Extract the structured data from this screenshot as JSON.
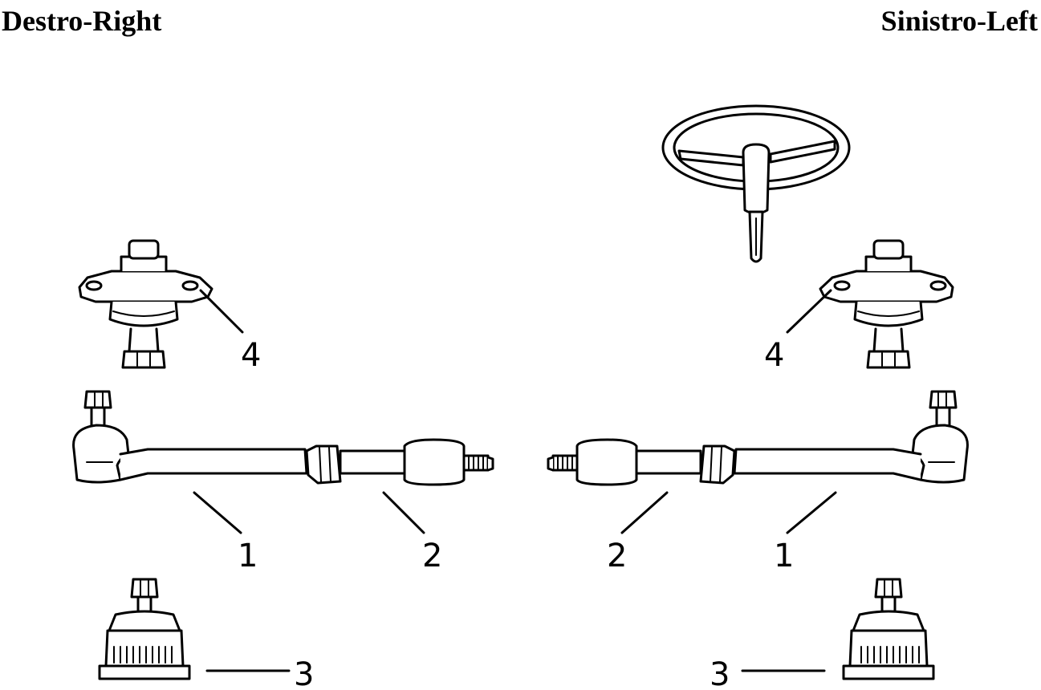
{
  "headers": {
    "right_side": "Destro-Right",
    "left_side": "Sinistro-Left"
  },
  "callouts": {
    "tie_rod_end_right": "1",
    "tie_rod_right": "2",
    "lower_ball_joint_right": "3",
    "upper_ball_joint_right": "4",
    "tie_rod_end_left": "1",
    "tie_rod_left": "2",
    "lower_ball_joint_left": "3",
    "upper_ball_joint_left": "4"
  }
}
